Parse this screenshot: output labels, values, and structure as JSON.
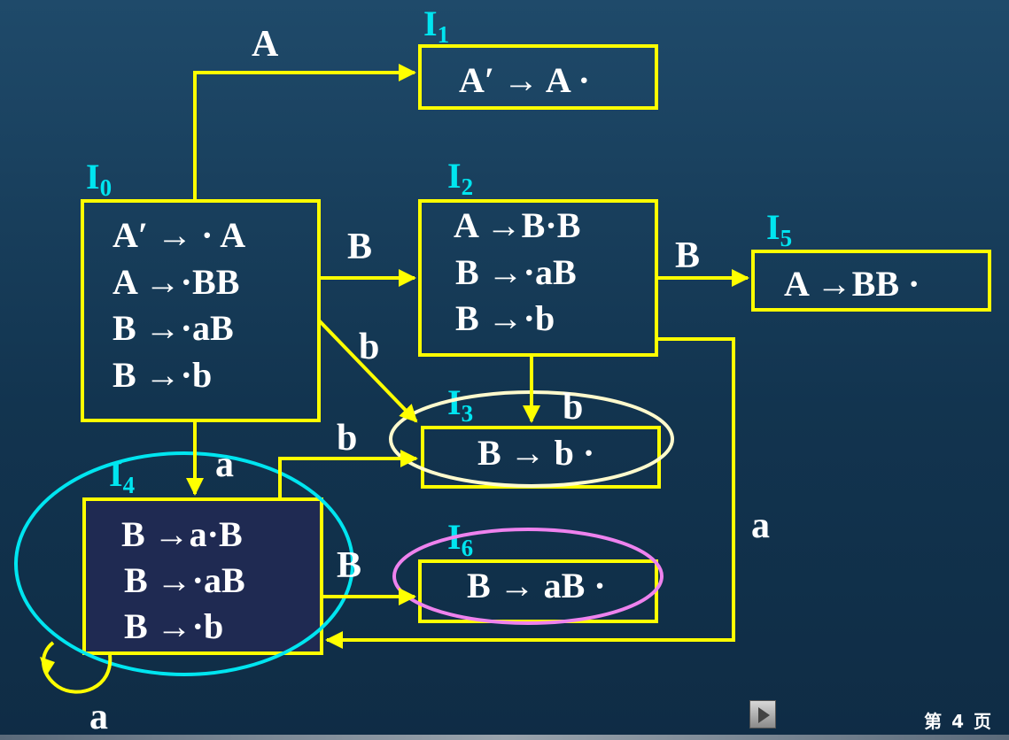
{
  "diagram": {
    "states": {
      "I0": {
        "name": "I",
        "sub": "0",
        "items": [
          "A′ → · A",
          "A →·BB",
          "B →·aB",
          "B →·b"
        ]
      },
      "I1": {
        "name": "I",
        "sub": "1",
        "items": [
          "A′ →  A ·"
        ]
      },
      "I2": {
        "name": "I",
        "sub": "2",
        "items": [
          "A →B·B",
          "B →·aB",
          "B →·b"
        ]
      },
      "I3": {
        "name": "I",
        "sub": "3",
        "items": [
          "B → b ·"
        ]
      },
      "I4": {
        "name": "I",
        "sub": "4",
        "items": [
          "B →a·B",
          "B →·aB",
          "B →·b"
        ]
      },
      "I5": {
        "name": "I",
        "sub": "5",
        "items": [
          "A →BB ·"
        ]
      },
      "I6": {
        "name": "I",
        "sub": "6",
        "items": [
          "B → aB ·"
        ]
      }
    },
    "edges": {
      "I0_I1": "A",
      "I0_I2": "B",
      "I0_I3": "b",
      "I0_I4": "a",
      "I2_I5": "B",
      "I2_I3": "b",
      "I2_I4": "a",
      "I4_I3": "b",
      "I4_I6": "B",
      "I4_I4": "a"
    },
    "colors": {
      "box": "#ffff00",
      "state_label": "#00e5f0",
      "item_text": "#ffffff",
      "I3_highlight": "#fffacd",
      "I4_highlight": "#00e5f0",
      "I6_highlight": "#ee82ee",
      "I4_fill": "#1f2a52"
    }
  },
  "footer": {
    "page_label": "第 4 页",
    "next_icon": "play-triangle-icon"
  }
}
